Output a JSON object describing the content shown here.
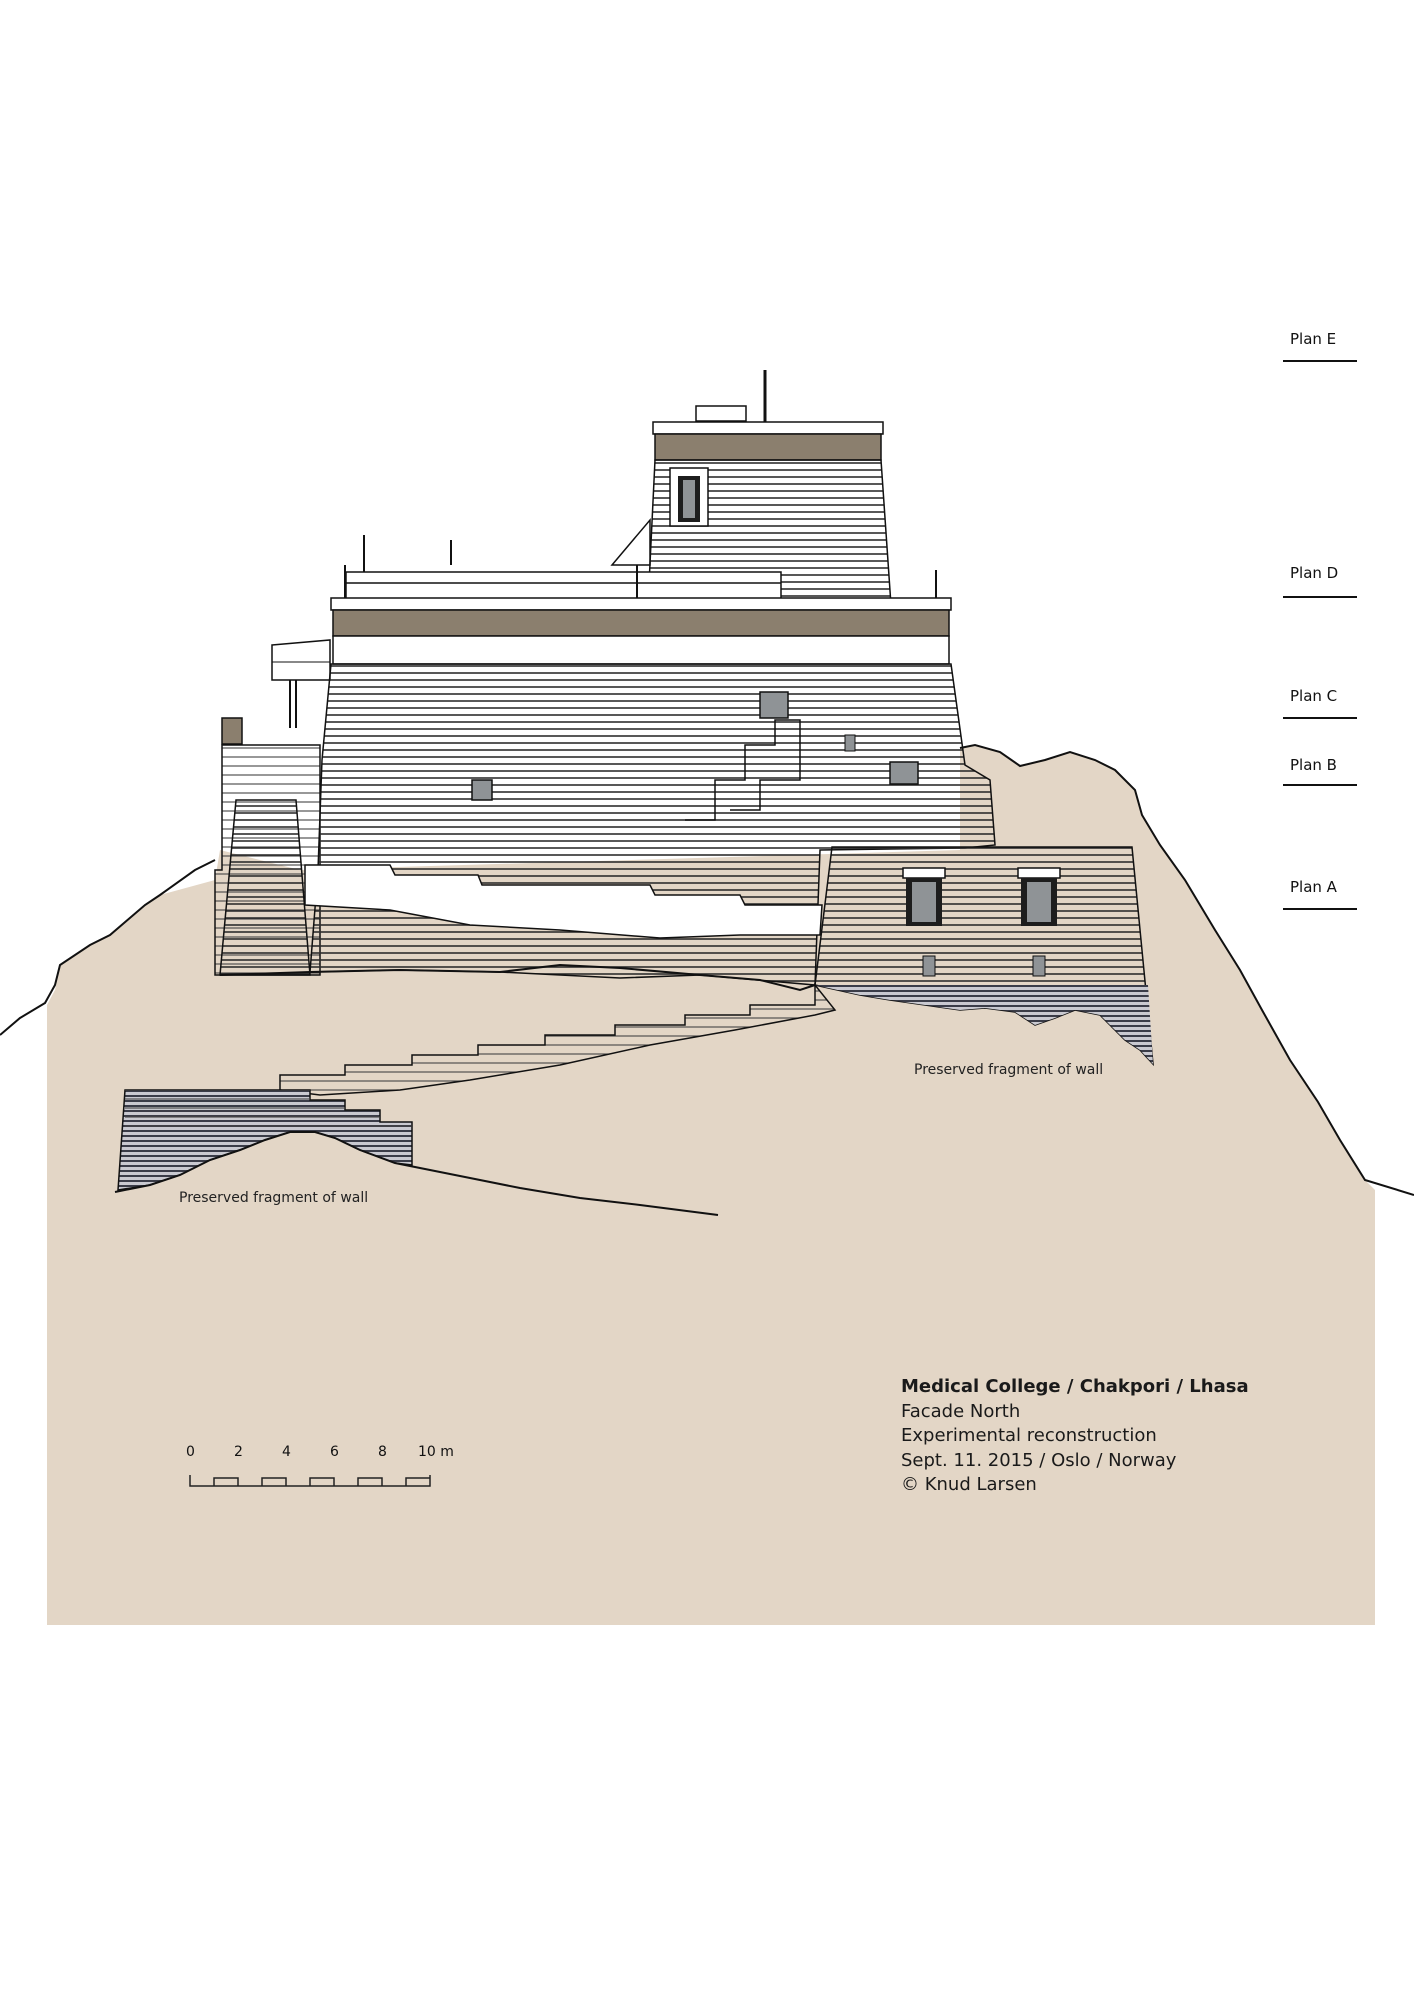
{
  "plans": [
    {
      "label": "Plan E"
    },
    {
      "label": "Plan D"
    },
    {
      "label": "Plan C"
    },
    {
      "label": "Plan B"
    },
    {
      "label": "Plan A"
    }
  ],
  "annotations": {
    "fragment_right": "Preserved fragment of wall",
    "fragment_left": "Preserved fragment of wall"
  },
  "caption": {
    "title": "Medical College / Chakpori / Lhasa",
    "line1": "Facade North",
    "line2": "Experimental reconstruction",
    "line3": "Sept. 11. 2015 / Oslo / Norway",
    "line4": "© Knud Larsen"
  },
  "scale_bar": {
    "ticks": [
      "0",
      "2",
      "4",
      "6",
      "8",
      "10 m"
    ]
  },
  "colors": {
    "ground": "#e3d6c6",
    "roof_band": "#8b7f6e",
    "window_fill": "#8f9396",
    "hatch": "#2a2a2a",
    "shadow_hatch": "#505260"
  }
}
